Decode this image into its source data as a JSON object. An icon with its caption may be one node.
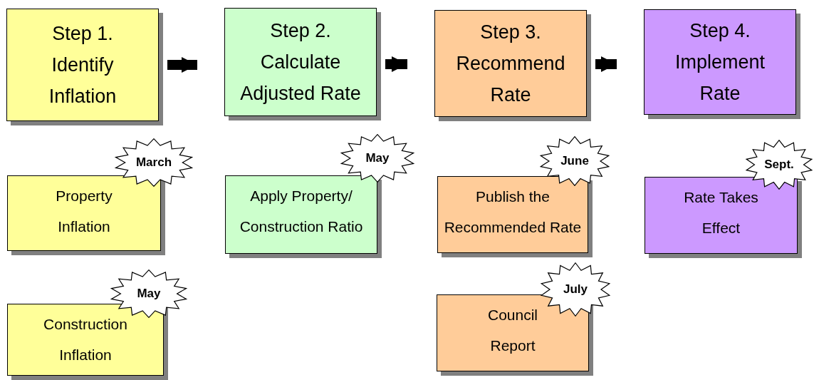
{
  "diagram": {
    "nodes": [
      {
        "text": [
          "Step 1.",
          "Identify Inflation"
        ]
      },
      {
        "text": [
          "Step 2.",
          "Calculate Adjusted Rate"
        ]
      },
      {
        "text": [
          "Step 3.",
          "Recommend Rate"
        ]
      },
      {
        "text": [
          "Step 4.",
          "Implement Rate"
        ]
      },
      {
        "text": [
          "March"
        ]
      },
      {
        "text": [
          "Property Inflation"
        ]
      },
      {
        "text": [
          "May"
        ]
      },
      {
        "text": [
          "Apply Property/ Construction Ratio"
        ]
      },
      {
        "text": [
          "June"
        ]
      },
      {
        "text": [
          "Publish the Recommended Rate"
        ]
      },
      {
        "text": [
          "Sept."
        ]
      },
      {
        "text": [
          "Rate Takes Effect"
        ]
      },
      {
        "text": [
          "May"
        ]
      },
      {
        "text": [
          "Construction Inflation"
        ]
      },
      {
        "text": [
          "July"
        ]
      },
      {
        "text": [
          "Council Report"
        ]
      }
    ],
    "edges": [
      {
        "from": 0,
        "to": 1,
        "arrow": "to"
      },
      {
        "from": 1,
        "to": 2,
        "arrow": "to"
      },
      {
        "from": 2,
        "to": 3,
        "arrow": "to"
      }
    ]
  }
}
